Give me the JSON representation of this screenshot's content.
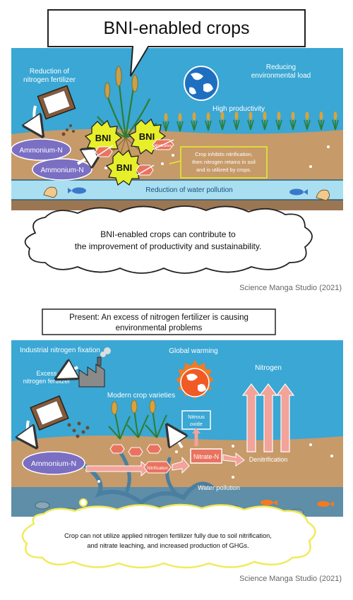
{
  "top": {
    "title": "BNI-enabled crops",
    "reduction_fertilizer": [
      "Reduction of",
      "nitrogen fertilizer"
    ],
    "reducing_load": [
      "Reducing",
      "environmental load"
    ],
    "high_productivity": "High productivity",
    "ammonium_1": "Ammonium-N",
    "ammonium_2": "Ammonium-N",
    "bni_label": "BNI",
    "nitrification_small": "Nitrification",
    "crop_note": [
      "Crop inhibits nitrification,",
      "then nitrogen retains in soil",
      "and is utilized by crops."
    ],
    "water_pollution": "Reduction of water pollution",
    "summary": [
      "BNI-enabled crops can contribute to",
      "the improvement of productivity and sustainability."
    ],
    "credit": "Science Manga Studio (2021)"
  },
  "bottom": {
    "present_title": [
      "Present: An excess of nitrogen fertilizer is causing",
      "environmental problems"
    ],
    "industrial": "Industrial nitrogen fixation",
    "excess": [
      "Excess",
      "nitrogen fertilizer"
    ],
    "global_warming": "Global warming",
    "nitrogen": "Nitrogen",
    "modern_crops": "Modern crop varieties",
    "nitrous_oxide": [
      "Nitrous",
      "oxide"
    ],
    "ammonium": "Ammonium-N",
    "nitrification": "Nitrification",
    "nitrate": "Nitrate-N",
    "denitrification": "Denitrification",
    "water_pollution": "Water pollution",
    "summary": [
      "Crop can not utilize applied nitrogen fertilizer fully due to soil nitrification,",
      "and nitrate leaching, and increased production of GHGs."
    ],
    "credit": "Science Manga Studio (2021)"
  },
  "colors": {
    "sky": "#3aa7d4",
    "soil": "#c79a6a",
    "water": "#a9dff1",
    "bni": "#e6ef2a",
    "ammonium": "#7a6fc3",
    "arrow_pink": "#f2a39a",
    "nitrate": "#e9735f"
  }
}
